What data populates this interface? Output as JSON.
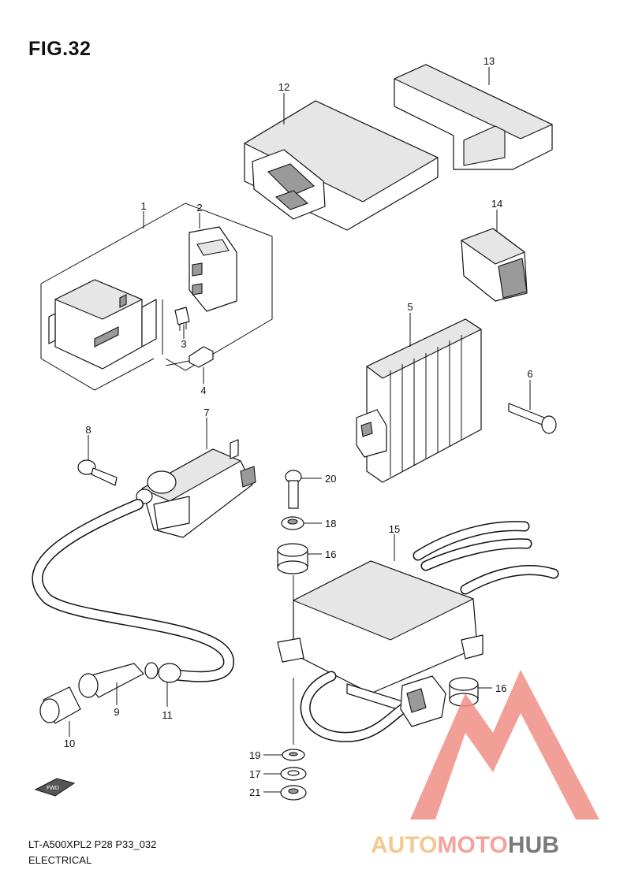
{
  "figure": {
    "title": "FIG.32",
    "footer_code": "LT-A500XPL2 P28 P33_032",
    "footer_section": "ELECTRICAL"
  },
  "callouts": [
    "1",
    "2",
    "3",
    "4",
    "5",
    "6",
    "7",
    "8",
    "9",
    "10",
    "11",
    "12",
    "13",
    "14",
    "15",
    "16",
    "16",
    "17",
    "18",
    "19",
    "20",
    "21"
  ],
  "fwd_badge": "FWD",
  "watermark": {
    "part_a": "AUTO",
    "part_b": "MOTO",
    "part_c": "HUB",
    "colors": {
      "auto": "#f2c98f",
      "moto": "#f4a39a",
      "hub": "#7a7a7a",
      "logo": "#f08e86"
    }
  }
}
